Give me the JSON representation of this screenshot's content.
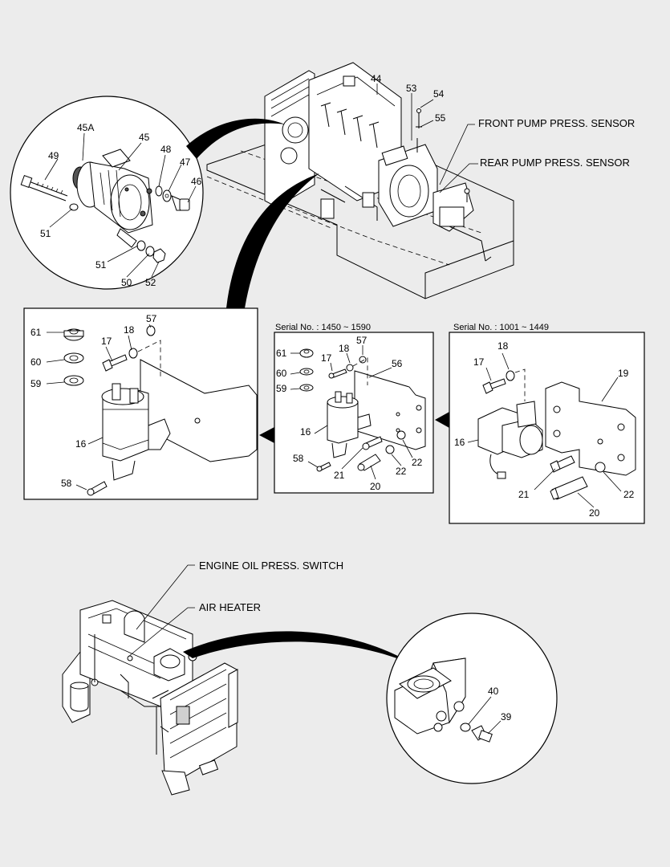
{
  "labels": {
    "top_callouts": [
      "44",
      "53",
      "54",
      "55"
    ],
    "front_pump_sensor": "FRONT PUMP PRESS. SENSOR",
    "rear_pump_sensor": "REAR PUMP PRESS. SENSOR",
    "alternator_callouts": [
      "45A",
      "45",
      "49",
      "48",
      "47",
      "46",
      "51",
      "51",
      "50",
      "52"
    ],
    "left_box_callouts": [
      "61",
      "60",
      "59",
      "17",
      "18",
      "57",
      "16",
      "58"
    ],
    "mid_box_serial": "Serial No. : 1450 ~ 1590",
    "mid_box_callouts": [
      "61",
      "60",
      "59",
      "17",
      "18",
      "57",
      "56",
      "16",
      "58",
      "21",
      "20",
      "22",
      "22"
    ],
    "right_box_serial": "Serial No. : 1001 ~ 1449",
    "right_box_callouts": [
      "18",
      "17",
      "19",
      "16",
      "21",
      "22",
      "20"
    ],
    "engine_oil_switch": "ENGINE OIL PRESS. SWITCH",
    "air_heater": "AIR HEATER",
    "bottom_callouts": [
      "40",
      "39"
    ]
  },
  "colors": {
    "background": "#ececec",
    "line": "#000000",
    "part_fill": "#ffffff"
  }
}
